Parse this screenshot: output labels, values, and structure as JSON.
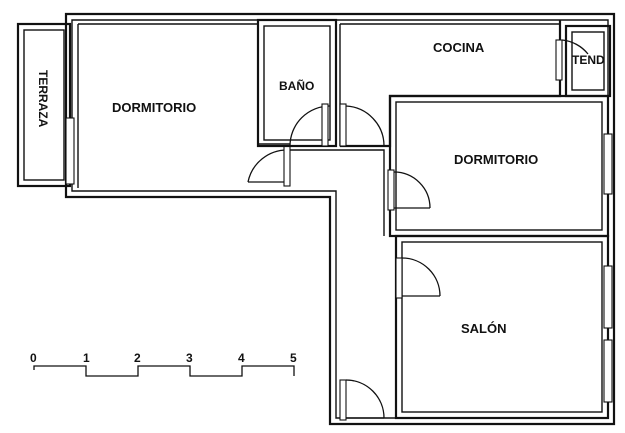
{
  "rooms": {
    "terraza": "TERRAZA",
    "dormitorio_1": "DORMITORIO",
    "bano": "BAÑO",
    "cocina": "COCINA",
    "tend": "TEND",
    "dormitorio_2": "DORMITORIO",
    "salon": "SALÓN"
  },
  "scale": {
    "ticks": [
      "0",
      "1",
      "2",
      "3",
      "4",
      "5"
    ]
  }
}
